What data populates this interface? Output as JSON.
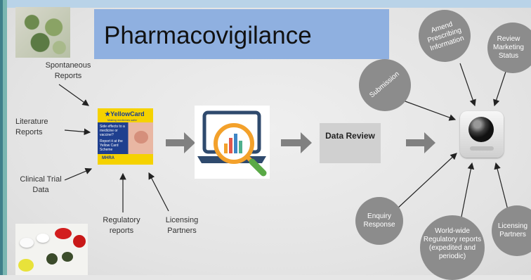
{
  "title": "Pharmacovigilance",
  "sources": {
    "spontaneous": "Spontaneous Reports",
    "literature": "Literature Reports",
    "clinical": "Clinical Trial Data",
    "regulatory": "Regulatory reports",
    "licensing": "Licensing Partners"
  },
  "yellow_card": {
    "heading": "★YellowCard",
    "subheading": "Making medicines safer",
    "panel_text_1": "Side effects to a medicine or vaccine?",
    "panel_text_2": "Report it at the Yellow Card Scheme",
    "footer": "MHRA"
  },
  "data_review": "Data Review",
  "outputs": {
    "submission": "Submission",
    "amend": "Amend Prescribing Information",
    "review_marketing": "Review Marketing Status",
    "enquiry": "Enquiry Response",
    "worldwide": "World-wide Regulatory reports (expedited and periodic)",
    "licensing": "Licensing Partners"
  },
  "colors": {
    "title_bg": "#8fb0e0",
    "bubble": "#8c8c8c",
    "arrow": "#808080",
    "yellow_card": "#f5d200"
  },
  "icons": [
    "herbs-photo",
    "pills-photo",
    "analytics-magnifier-icon",
    "globe-server-icon"
  ]
}
